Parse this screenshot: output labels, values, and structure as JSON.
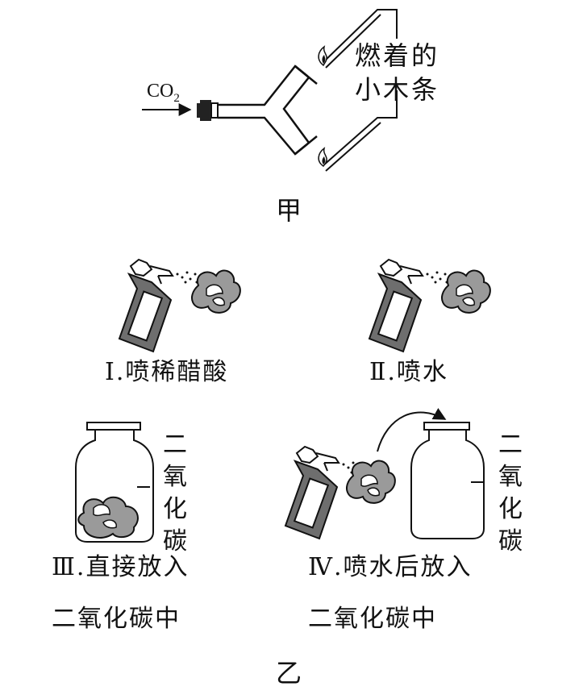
{
  "figure_jia": {
    "gas_label_main": "CO",
    "gas_label_sub": "2",
    "splint_label_line1": "燃着的",
    "splint_label_line2": "小木条",
    "caption": "甲"
  },
  "figure_yi": {
    "caption": "乙",
    "step1_label": "Ⅰ.喷稀醋酸",
    "step2_label": "Ⅱ.喷水",
    "step3_label_line1": "Ⅲ.直接放入",
    "step3_label_line2": "二氧化碳中",
    "step4_label_line1": "Ⅳ.喷水后放入",
    "step4_label_line2": "二氧化碳中",
    "jar3_gas_label": "二氧化碳",
    "jar4_gas_label": "二氧化碳"
  },
  "colors": {
    "ink": "#111111",
    "bottle_fill": "#6e6e6e",
    "flower_fill": "#9a9a9a"
  }
}
